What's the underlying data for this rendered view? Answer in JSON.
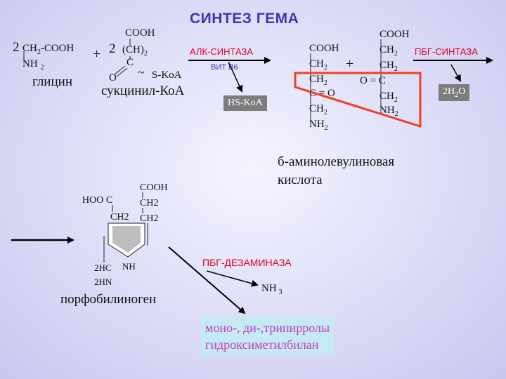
{
  "title": "СИНТЕЗ ГЕМА",
  "glycine": {
    "coef": "2",
    "line1": "CH",
    "line1_sub": "2",
    "line1_rest": "-COOH",
    "line2": "NH",
    "line2_sub": "2",
    "name": "глицин"
  },
  "plus1": "+",
  "succinyl": {
    "coef": "2",
    "cooh": "COOH",
    "ch2": "(CH)",
    "ch2_sub": "2",
    "c": "C",
    "o": "O",
    "tilde": "~",
    "skoa": "S-KoA",
    "name": "сукцинил-КоА"
  },
  "enzyme_alk": "АЛК-СИНТАЗА",
  "vitamin": "ВИТ В6",
  "hskoa": "HS-KoA",
  "ala1": {
    "cooh": "COOH",
    "ch2a": "CH",
    "ch2b": "CH",
    "co": "C = O",
    "ch2c": "CH",
    "nh2": "NH",
    "sub": "2"
  },
  "plus2": "+",
  "ala2": {
    "cooh": "COOH",
    "ch2a": "CH",
    "ch2b": "CH",
    "oc": "O = C",
    "ch2c": "CH",
    "nh2": "NH",
    "sub": "2"
  },
  "enzyme_pbg_synth": "ПБГ-СИНТАЗА",
  "water": "2H",
  "water_sub": "2",
  "water_o": "O",
  "ala_name_line1": "б-аминолевулиновая",
  "ala_name_line2": "кислота",
  "pbg": {
    "hooc": "HOO C",
    "cooh": "COOH",
    "ch2_left": "CH2",
    "ch2_right1": "CH2",
    "ch2_right2": "CH2",
    "h2c": "2HC",
    "nh_ring": "NH",
    "h2n": "2HN",
    "name": "порфобилиноген"
  },
  "enzyme_deaminase": "ПБГ-ДЕЗАМИНАЗА",
  "nh3": "NH",
  "nh3_sub": "3",
  "products_line1": "моно-, ди-,трипирролы",
  "products_line2": "гидроксиметилбилан",
  "colors": {
    "title": "#3a34b8",
    "enzyme": "#e4001b",
    "highlight": "#f04020",
    "products_text": "#c438c4",
    "products_bg": "#c5eaf3"
  }
}
